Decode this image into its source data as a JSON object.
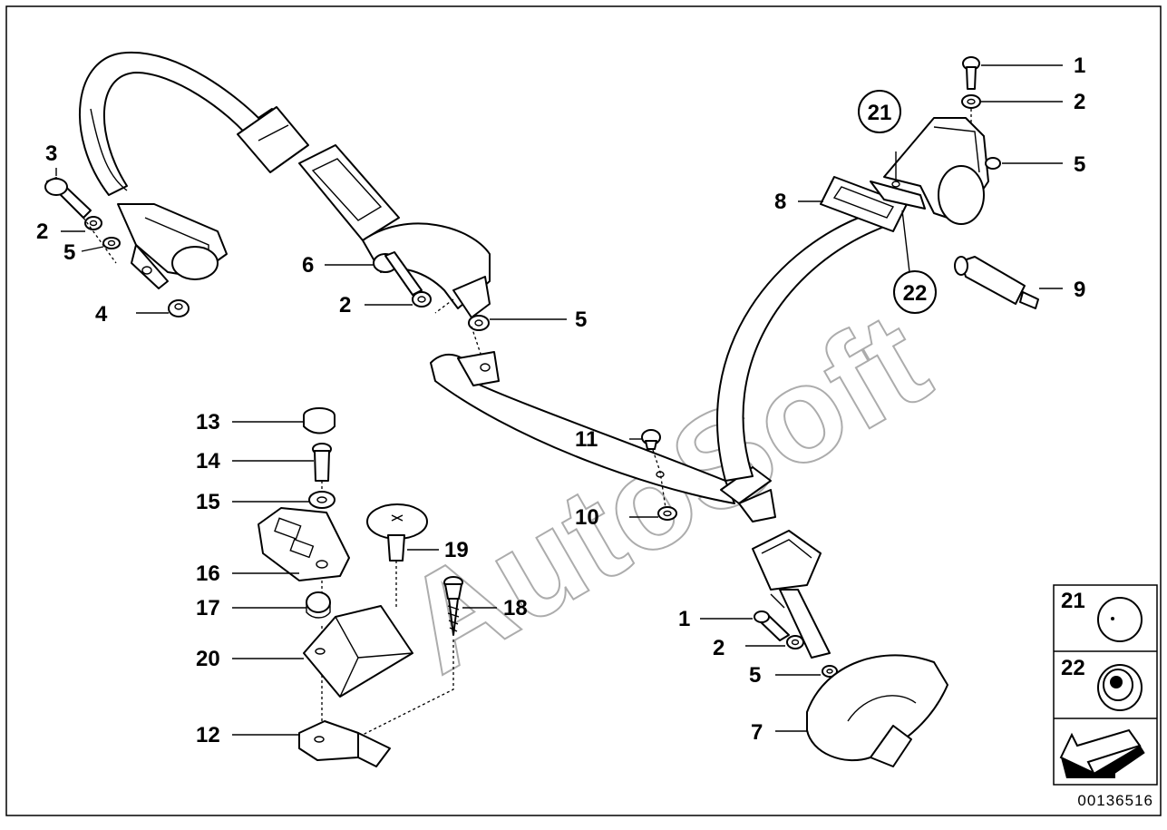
{
  "watermark": "AutoSoft",
  "document_number": "00136516",
  "callouts": {
    "left_1": "3",
    "left_2": "2",
    "left_3": "5",
    "left_4": "4",
    "mid_6": "6",
    "mid_2": "2",
    "mid_5": "5",
    "lower_13": "13",
    "lower_14": "14",
    "lower_15": "15",
    "lower_16": "16",
    "lower_17": "17",
    "lower_20": "20",
    "lower_12": "12",
    "lower_19": "19",
    "lower_18": "18",
    "mid_11": "11",
    "mid_10": "10",
    "right_1": "1",
    "right_2": "2",
    "right_5": "5",
    "right_8": "8",
    "right_9": "9",
    "right_21": "21",
    "right_22": "22",
    "bottom_1": "1",
    "bottom_2": "2",
    "bottom_5": "5",
    "bottom_7": "7"
  },
  "legend": {
    "item_21": "21",
    "item_22": "22"
  }
}
